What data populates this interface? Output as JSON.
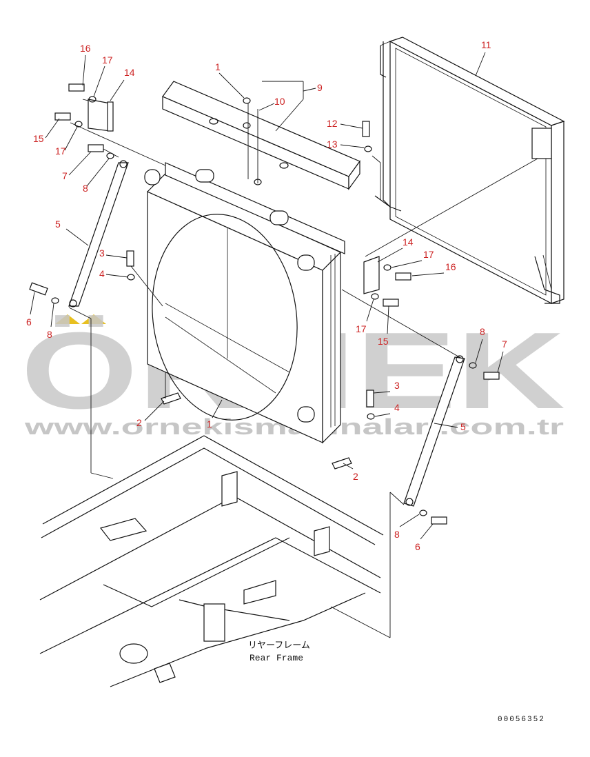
{
  "watermark": {
    "brand": "ÖRNEK",
    "url": "www.ornekismakinalari.com.tr"
  },
  "frame_label": {
    "jp": "リヤーフレーム",
    "en": "Rear Frame"
  },
  "drawing_number": "00056352",
  "colors": {
    "callout": "#cc2222",
    "line": "#111111",
    "watermark": "#c8c8c8",
    "accent_mark": "#e8c020"
  },
  "callouts": [
    {
      "id": "c16a",
      "text": "16"
    },
    {
      "id": "c17a",
      "text": "17"
    },
    {
      "id": "c14a",
      "text": "14"
    },
    {
      "id": "c15a",
      "text": "15"
    },
    {
      "id": "c17b",
      "text": "17"
    },
    {
      "id": "c7a",
      "text": "7"
    },
    {
      "id": "c8a",
      "text": "8"
    },
    {
      "id": "c5a",
      "text": "5"
    },
    {
      "id": "c3a",
      "text": "3"
    },
    {
      "id": "c4a",
      "text": "4"
    },
    {
      "id": "c6a",
      "text": "6"
    },
    {
      "id": "c8b",
      "text": "8"
    },
    {
      "id": "c1a",
      "text": "1"
    },
    {
      "id": "c9",
      "text": "9"
    },
    {
      "id": "c10",
      "text": "10"
    },
    {
      "id": "c11",
      "text": "11"
    },
    {
      "id": "c12",
      "text": "12"
    },
    {
      "id": "c13",
      "text": "13"
    },
    {
      "id": "c14b",
      "text": "14"
    },
    {
      "id": "c17c",
      "text": "17"
    },
    {
      "id": "c16b",
      "text": "16"
    },
    {
      "id": "c17d",
      "text": "17"
    },
    {
      "id": "c15b",
      "text": "15"
    },
    {
      "id": "c8c",
      "text": "8"
    },
    {
      "id": "c7b",
      "text": "7"
    },
    {
      "id": "c3b",
      "text": "3"
    },
    {
      "id": "c4b",
      "text": "4"
    },
    {
      "id": "c2a",
      "text": "2"
    },
    {
      "id": "c1b",
      "text": "1"
    },
    {
      "id": "c5b",
      "text": "5"
    },
    {
      "id": "c2b",
      "text": "2"
    },
    {
      "id": "c8d",
      "text": "8"
    },
    {
      "id": "c6b",
      "text": "6"
    }
  ]
}
